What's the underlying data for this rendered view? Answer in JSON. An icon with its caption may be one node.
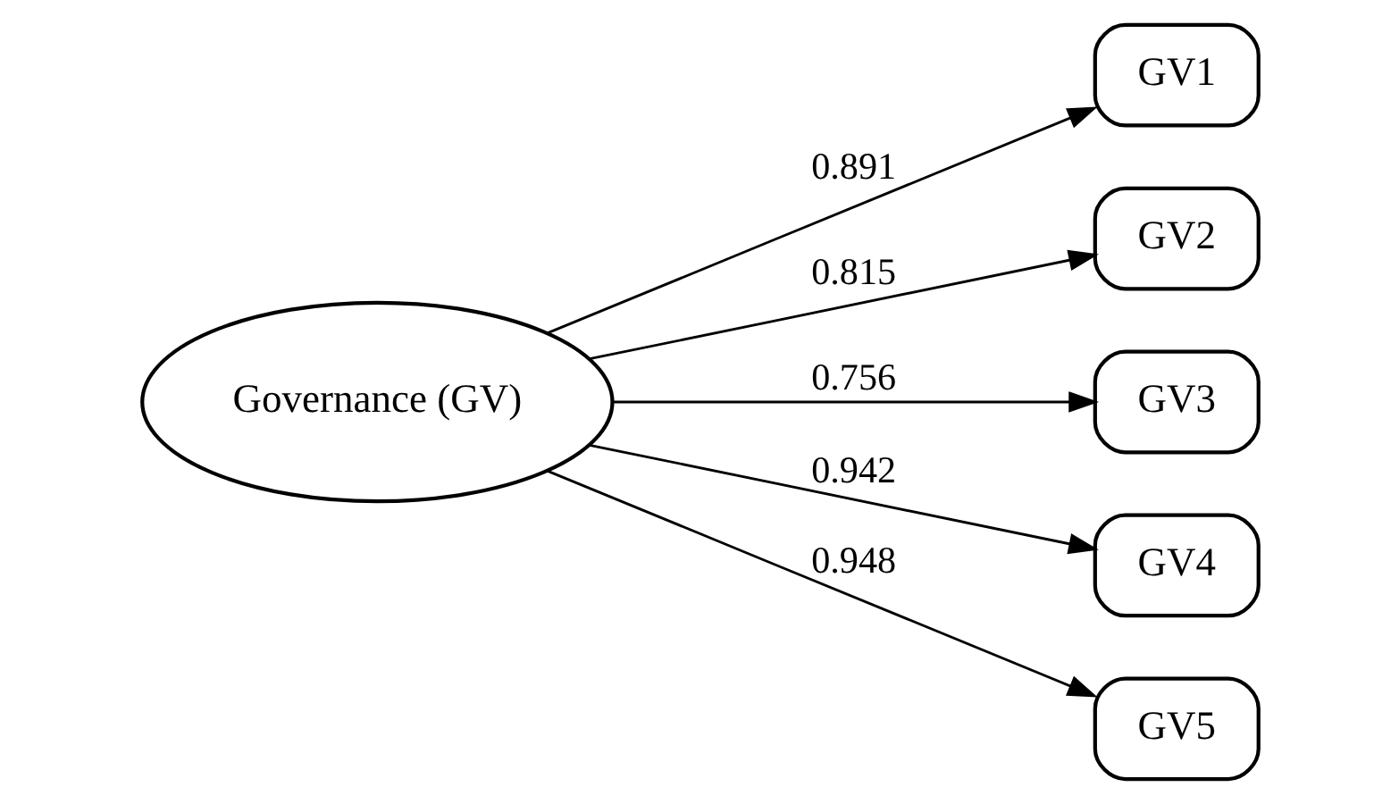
{
  "diagram": {
    "nodes": [
      {
        "text": [
          "Governance (GV)"
        ]
      },
      {
        "text": [
          "GV1"
        ]
      },
      {
        "text": [
          "GV2"
        ]
      },
      {
        "text": [
          "GV3"
        ]
      },
      {
        "text": [
          "GV4"
        ]
      },
      {
        "text": [
          "GV5"
        ]
      }
    ],
    "edges": [
      {
        "from": 0,
        "to": 1,
        "arrow": "to",
        "label": "0.891"
      },
      {
        "from": 0,
        "to": 2,
        "arrow": "to",
        "label": "0.815"
      },
      {
        "from": 0,
        "to": 3,
        "arrow": "to",
        "label": "0.756"
      },
      {
        "from": 0,
        "to": 4,
        "arrow": "to",
        "label": "0.942"
      },
      {
        "from": 0,
        "to": 5,
        "arrow": "to",
        "label": "0.948"
      }
    ]
  }
}
